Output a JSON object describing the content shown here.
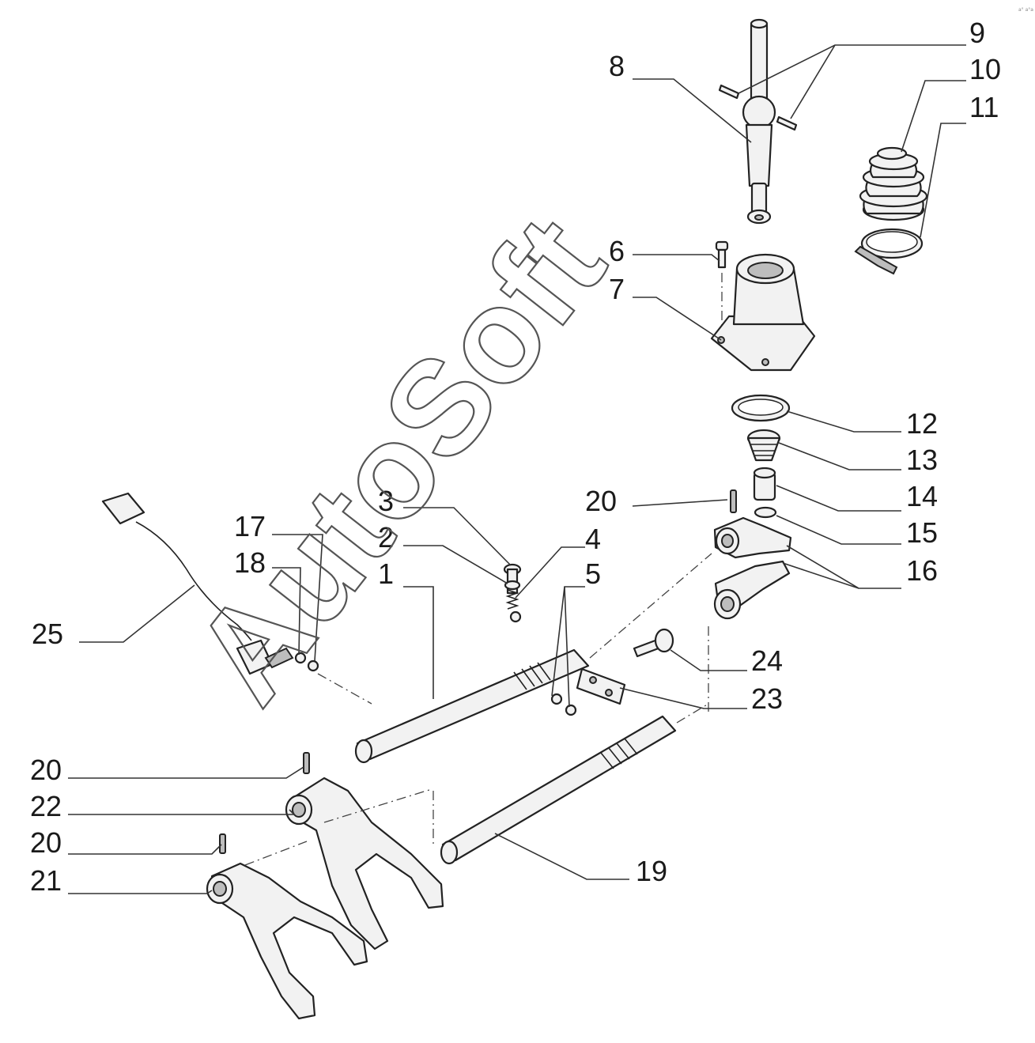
{
  "watermark": "AutoSoft",
  "corner_mark": "a° a°a",
  "labels": {
    "p1": "1",
    "p2": "2",
    "p3": "3",
    "p4": "4",
    "p5": "5",
    "p6": "6",
    "p7": "7",
    "p8": "8",
    "p9": "9",
    "p10": "10",
    "p11": "11",
    "p12": "12",
    "p13": "13",
    "p14": "14",
    "p15": "15",
    "p16": "16",
    "p17": "17",
    "p18": "18",
    "p19": "19",
    "p20a": "20",
    "p20b": "20",
    "p20c": "20",
    "p21": "21",
    "p22": "22",
    "p23": "23",
    "p24": "24",
    "p25": "25"
  }
}
